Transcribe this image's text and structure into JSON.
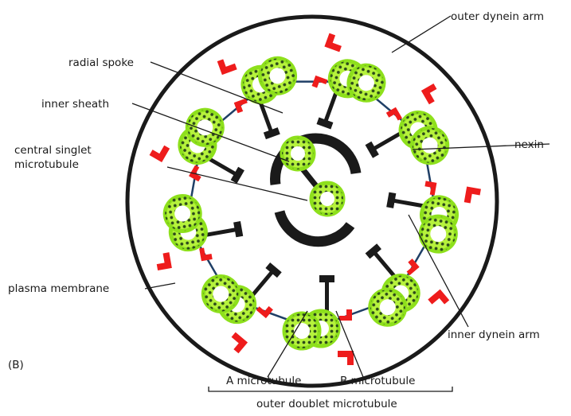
{
  "figure": {
    "panel_label": "(B)",
    "colors": {
      "membrane": "#1a1a1a",
      "microtubule_outline": "#8ee01c",
      "microtubule_fill": "#b6f23c",
      "protofilament_dot": "#2b4a1a",
      "dynein_arm": "#ee1c1c",
      "radial_spoke": "#1a1a1a",
      "nexin_link": "#1f3f66",
      "inner_sheath": "#1a1a1a"
    },
    "labels": {
      "outer_dynein_arm": "outer dynein arm",
      "radial_spoke": "radial spoke",
      "inner_sheath": "inner sheath",
      "central_singlet_line1": "central singlet",
      "central_singlet_line2": "microtubule",
      "nexin": "nexin",
      "plasma_membrane": "plasma membrane",
      "inner_dynein_arm": "inner dynein arm",
      "a_microtubule": "A microtubule",
      "b_microtubule": "B microtubule",
      "outer_doublet_microtubule": "outer doublet microtubule"
    }
  }
}
